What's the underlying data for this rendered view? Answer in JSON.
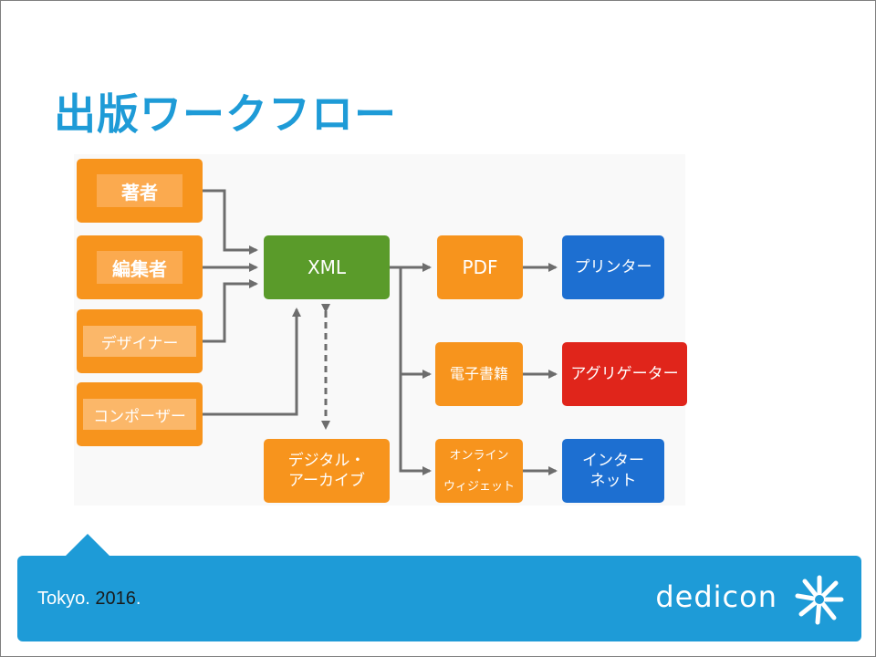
{
  "title": "出版ワークフロー",
  "sources": [
    {
      "label": "著者"
    },
    {
      "label": "編集者"
    },
    {
      "label": "デザイナー"
    },
    {
      "label": "コンポーザー"
    }
  ],
  "hub": {
    "label": "XML"
  },
  "archive": {
    "line1": "デジタル・",
    "line2": "アーカイブ"
  },
  "formats": [
    {
      "label": "PDF"
    },
    {
      "label": "電子書籍"
    },
    {
      "line1": "オンライン",
      "line2": "・",
      "line3": "ウィジェット"
    }
  ],
  "destinations": [
    {
      "label": "プリンター"
    },
    {
      "label": "アグリゲーター"
    },
    {
      "line1": "インター",
      "line2": "ネット"
    }
  ],
  "footer": {
    "place": "Tokyo",
    "sep1": ". ",
    "year": "2016",
    "sep2": ".",
    "brand": "dedicon"
  },
  "colors": {
    "title": "#1e9bd7",
    "orange": "#f7941d",
    "green": "#5a9b2a",
    "blue": "#1d6fd1",
    "red": "#e0251b",
    "footer": "#1e9bd7"
  },
  "icons": {
    "brand_mark": "dedicon-burst-icon"
  }
}
